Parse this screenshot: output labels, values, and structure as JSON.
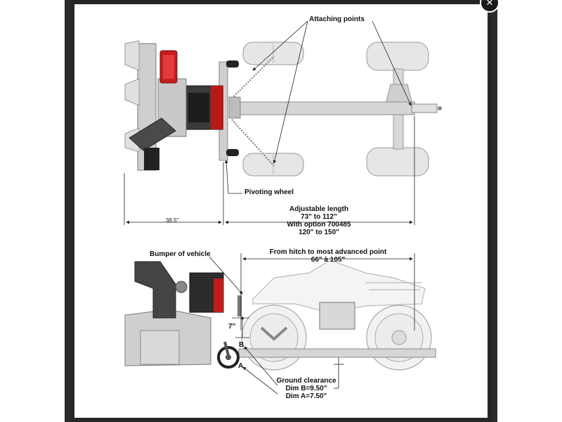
{
  "lightbox": {
    "close_icon": "close-icon",
    "close_glyph": "✕"
  },
  "diagram": {
    "labels": {
      "attaching_points": "Attaching points",
      "pivoting_wheel": "Pivoting wheel",
      "length_38": "38.5\"",
      "adjustable_title": "Adjustable length",
      "adjustable_range": "73\" to 112\"",
      "adjustable_option": "With option 700485",
      "adjustable_option_range": "120\" to 150\"",
      "bumper": "Bumper of vehicle",
      "hitch_title": "From hitch to most advanced point",
      "hitch_range": "66\" à 105\"",
      "dim_7": "7\"",
      "point_b": "B",
      "point_a": "A",
      "ground_title": "Ground clearance",
      "dim_b": "Dim B=9.50\"",
      "dim_a": "Dim A=7.50\""
    },
    "colors": {
      "body_gray": "#c8c8c8",
      "dark_gray": "#5a5a5a",
      "red_light": "#d01a1a",
      "tire": "#e4e4e4",
      "line": "#222222"
    }
  }
}
